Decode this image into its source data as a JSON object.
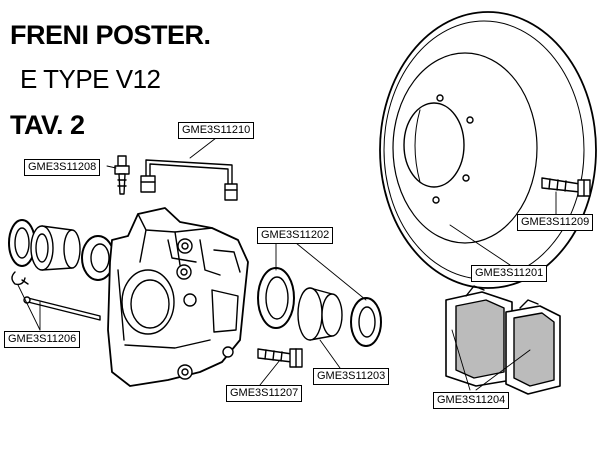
{
  "title": {
    "line1": "FRENI POSTER.",
    "line2": "E TYPE  V12",
    "line3": "TAV. 2"
  },
  "parts": [
    {
      "code": "GME3S11210",
      "name": "brake-pipe"
    },
    {
      "code": "GME3S11208",
      "name": "bleed-screw"
    },
    {
      "code": "GME3S11202",
      "name": "piston-seal-kit"
    },
    {
      "code": "GME3S11209",
      "name": "caliper-bolt"
    },
    {
      "code": "GME3S11201",
      "name": "brake-disc"
    },
    {
      "code": "GME3S11206",
      "name": "retaining-pin"
    },
    {
      "code": "GME3S11203",
      "name": "piston"
    },
    {
      "code": "GME3S11207",
      "name": "mounting-bolt"
    },
    {
      "code": "GME3S11204",
      "name": "brake-pads"
    }
  ]
}
